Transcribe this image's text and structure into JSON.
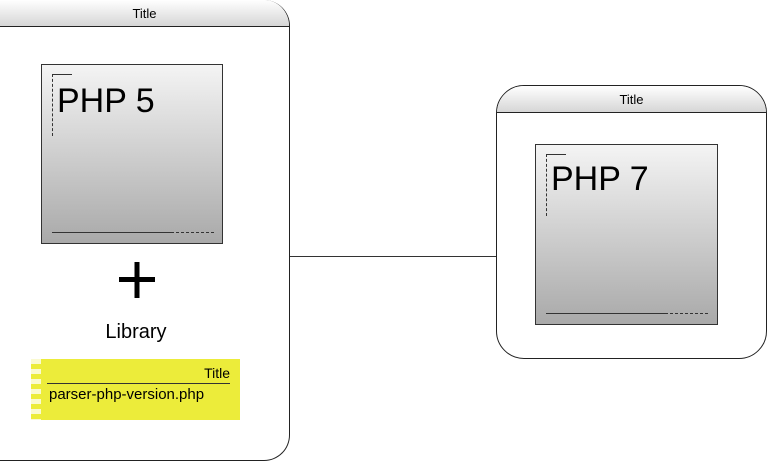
{
  "left_window": {
    "title": "Title",
    "php_box_label": "PHP 5",
    "plus_symbol": "+",
    "library_label": "Library",
    "file_card": {
      "title": "Title",
      "filename": "parser-php-version.php",
      "color": "#ecec3a"
    }
  },
  "right_window": {
    "title": "Title",
    "php_box_label": "PHP 7"
  }
}
